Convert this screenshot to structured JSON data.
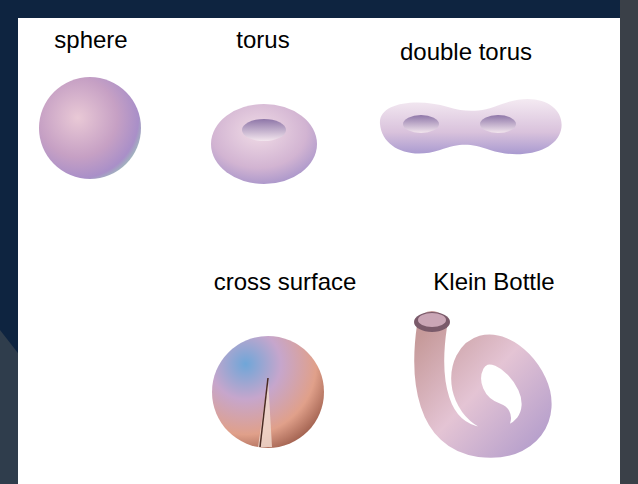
{
  "diagram": {
    "labels": [
      "sphere",
      "torus",
      "double torus",
      "cross surface",
      "Klein Bottle"
    ]
  }
}
